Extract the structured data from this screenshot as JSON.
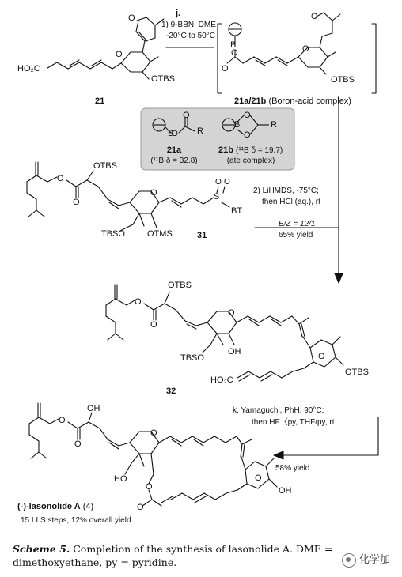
{
  "compounds": {
    "c21": "21",
    "c21ab": "21a/21b",
    "c21ab_desc": "(Boron-acid complex)",
    "c21a": "21a",
    "c21a_nmr": "(¹¹B δ = 32.8)",
    "c21b": "21b",
    "c21b_nmr": "(¹¹B δ = 19.7)",
    "c21b_desc": "(ate complex)",
    "c31": "31",
    "c32": "32",
    "c4_name": "(-)-lasonolide A",
    "c4_num": "(4)",
    "c4_summary": "15 LLS steps, 12% overall yield"
  },
  "groups": {
    "ho2c": "HO₂C",
    "otbs": "OTBS",
    "otms": "OTMS",
    "tbso": "TBSO",
    "oh": "OH",
    "ho": "HO",
    "o": "O",
    "r": "R",
    "b": "B",
    "bt": "BT",
    "s": "S"
  },
  "steps": {
    "j_label": "j.",
    "j_1": "1) 9-BBN, DME",
    "j_1b": "-20°C to 50°C",
    "j_2": "2) LiHMDS, -75°C;",
    "j_2b": "then HCl (aq.), rt",
    "j_ez": "E/Z = 12/1",
    "j_yield": "65% yield",
    "k_1": "k. Yamaguchi, PhH, 90°C;",
    "k_2": "then HF〈py, THF/py, rt",
    "k_yield": "58% yield"
  },
  "caption": {
    "scheme": "Scheme 5.",
    "text": " Completion of the synthesis of lasonolide A. DME = dimethoxyethane, py = pyridine."
  },
  "watermark": "化学加",
  "colors": {
    "box_bg": "#d4d4d4",
    "box_border": "#999999",
    "line": "#111111"
  }
}
